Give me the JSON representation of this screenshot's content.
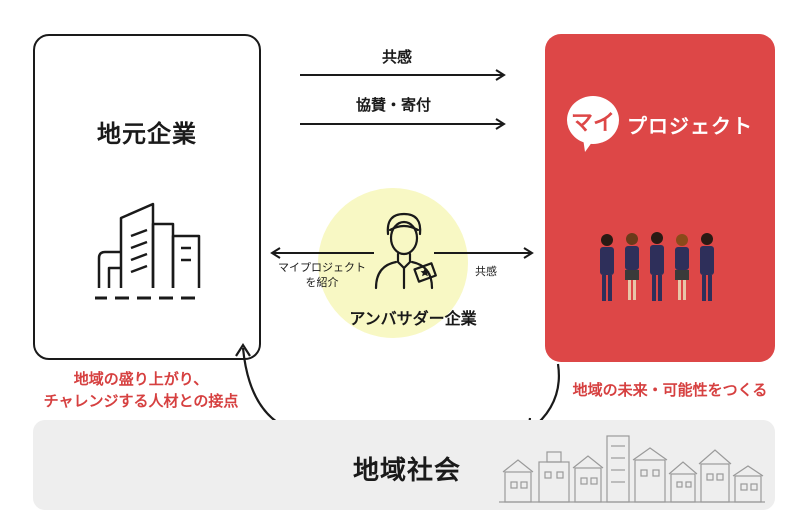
{
  "local_company": {
    "title": "地元企業"
  },
  "my_project": {
    "logo_bubble": "マイ",
    "logo_rest": "プロジェクト"
  },
  "top_arrows": {
    "empathy": "共感",
    "cooperation": "協賛・寄付"
  },
  "ambassador": {
    "label": "アンバサダー企業",
    "left_arrow_label_line1": "マイプロジェクト",
    "left_arrow_label_line2": "を紹介",
    "right_arrow_label": "共感"
  },
  "left_caption": {
    "line1": "地域の盛り上がり、",
    "line2": "チャレンジする人材との接点"
  },
  "right_caption": "地域の未来・可能性をつくる",
  "society": {
    "title": "地域社会"
  },
  "colors": {
    "accent_red": "#dd4747",
    "caption_red": "#d64040",
    "ambassador_yellow": "#f8f8c4",
    "society_gray": "#eeeeee"
  }
}
